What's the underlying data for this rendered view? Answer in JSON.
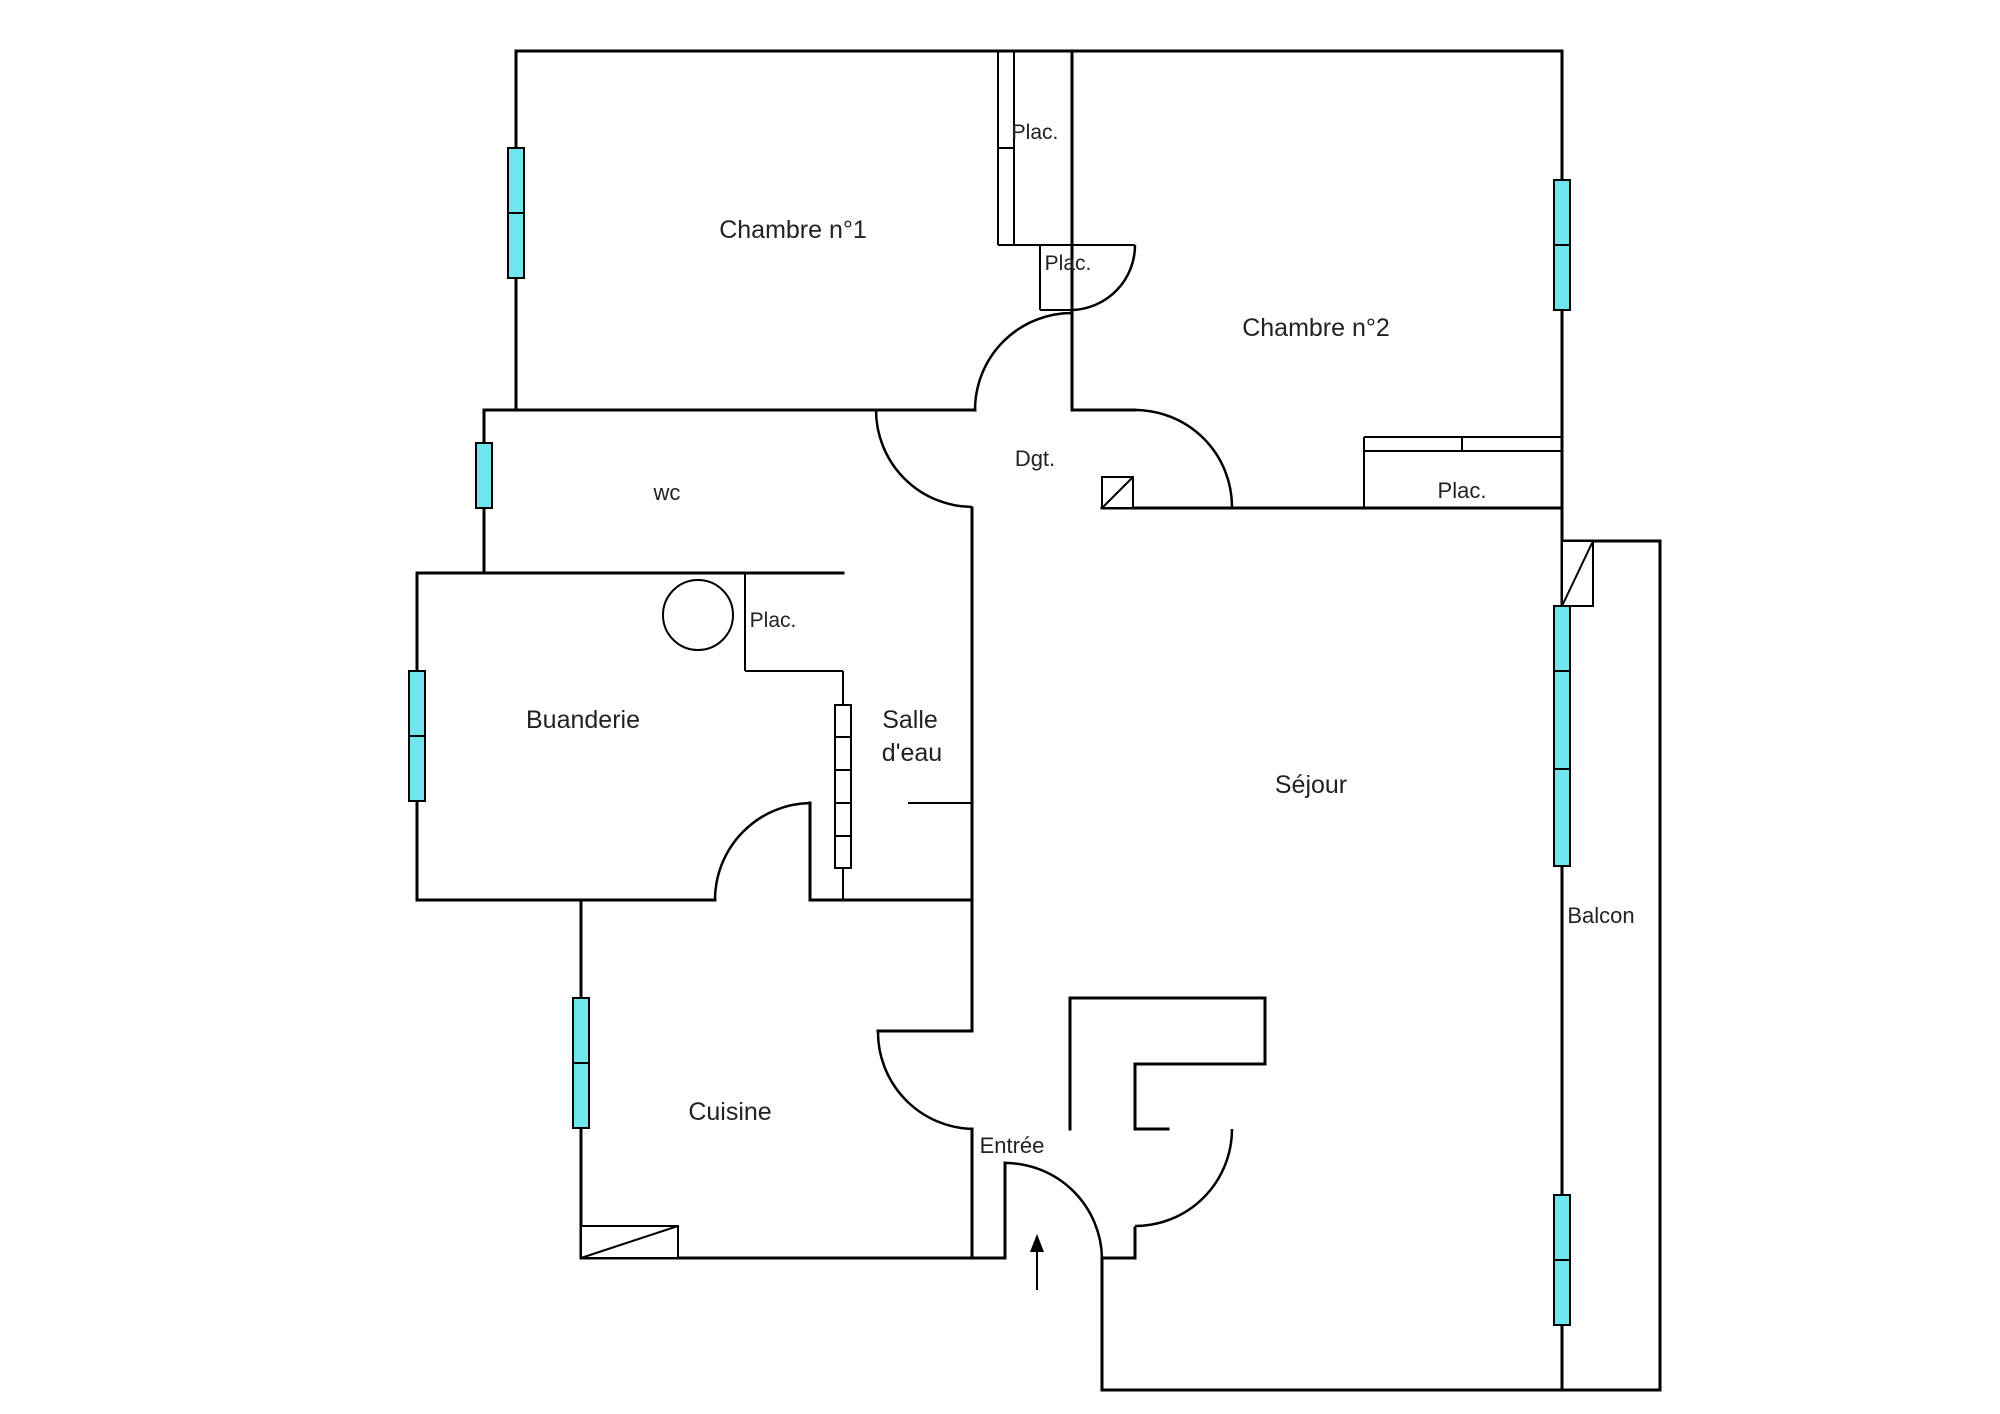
{
  "plan": {
    "rooms": {
      "chambre1": "Chambre n°1",
      "chambre2": "Chambre n°2",
      "wc": "wc",
      "dgt": "Dgt.",
      "buanderie": "Buanderie",
      "salle_line1": "Salle",
      "salle_line2": "d'eau",
      "sejour": "Séjour",
      "balcon": "Balcon",
      "cuisine": "Cuisine",
      "entree": "Entrée",
      "plac_top": "Plac.",
      "plac_mid": "Plac.",
      "plac_ch2": "Plac.",
      "plac_buand": "Plac."
    },
    "colors": {
      "window": "#6fe6ee",
      "wall": "#000000",
      "background": "#ffffff"
    }
  }
}
